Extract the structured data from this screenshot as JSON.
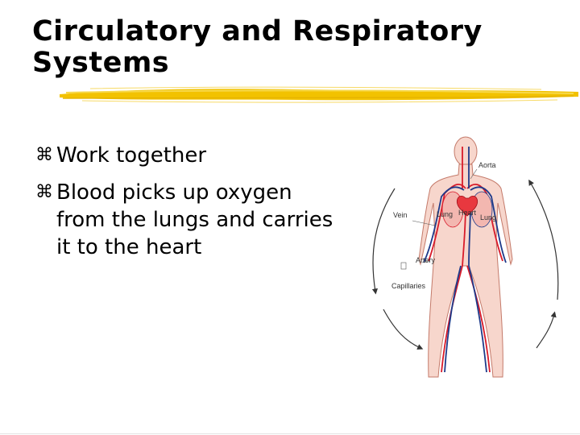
{
  "slide": {
    "title_lines": [
      "Circulatory and Respiratory",
      "Systems"
    ],
    "bullet_symbol": "⌘",
    "bullets": [
      "Work together",
      "Blood picks up oxygen from the lungs and carries it to the heart"
    ]
  },
  "diagram": {
    "labels": {
      "aorta": "Aorta",
      "vein": "Vein",
      "lung_left": "Lung",
      "heart": "Heart",
      "lung_right": "Lung",
      "artery": "Artery",
      "capillaries": "Capillaries"
    },
    "colors": {
      "skin": "#f7d6cc",
      "outline": "#c47a6a",
      "artery": "#d81b2a",
      "vein": "#1e3a8a",
      "arrows": "#333333"
    }
  },
  "theme": {
    "highlight_color": "#f2c200"
  }
}
